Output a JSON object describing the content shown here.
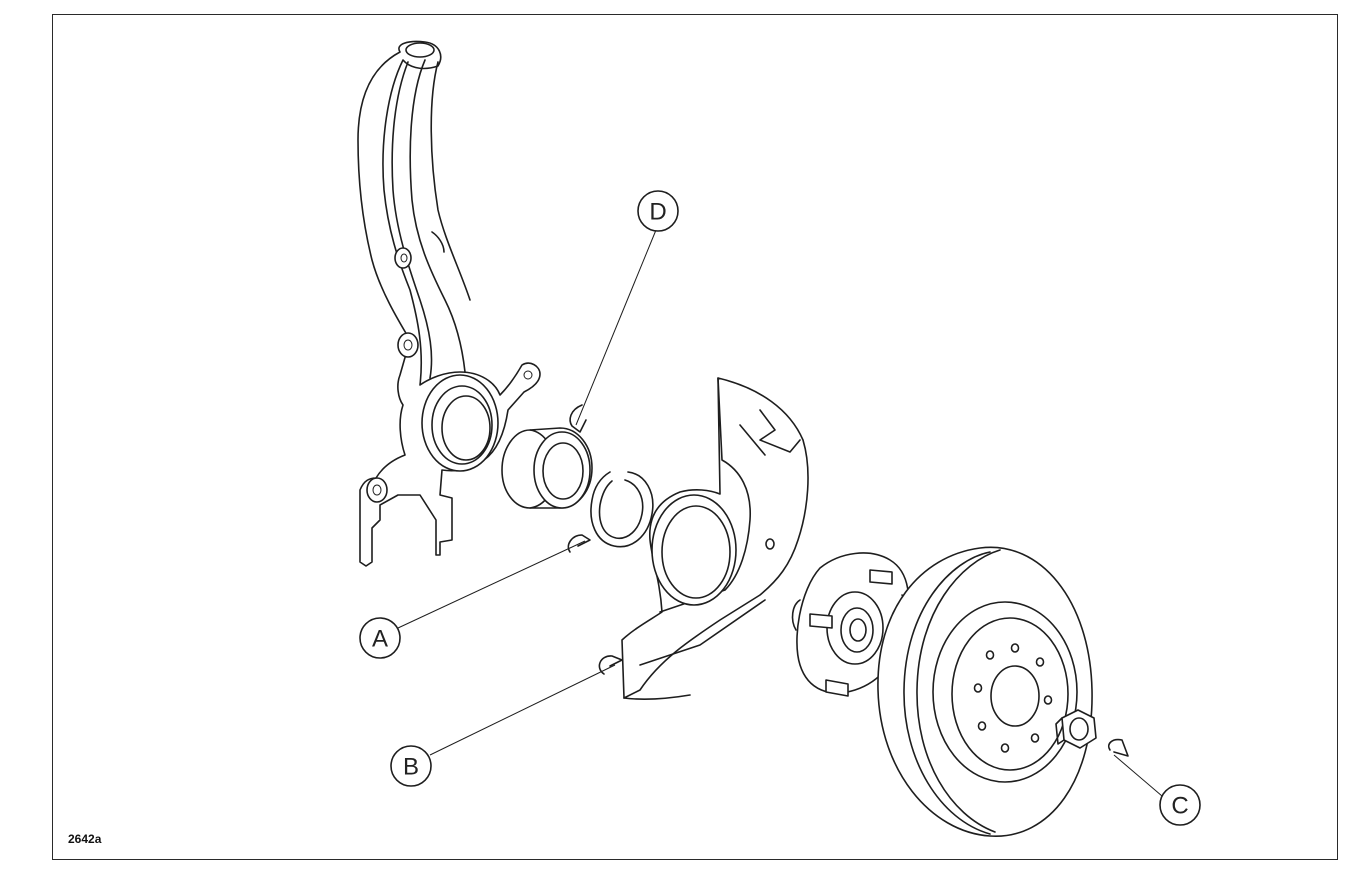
{
  "figure": {
    "id_label": "2642a",
    "callouts": [
      {
        "key": "A",
        "label": "A"
      },
      {
        "key": "B",
        "label": "B"
      },
      {
        "key": "C",
        "label": "C"
      },
      {
        "key": "D",
        "label": "D"
      }
    ]
  },
  "colors": {
    "line": "#1e1e1e",
    "background": "#ffffff"
  }
}
